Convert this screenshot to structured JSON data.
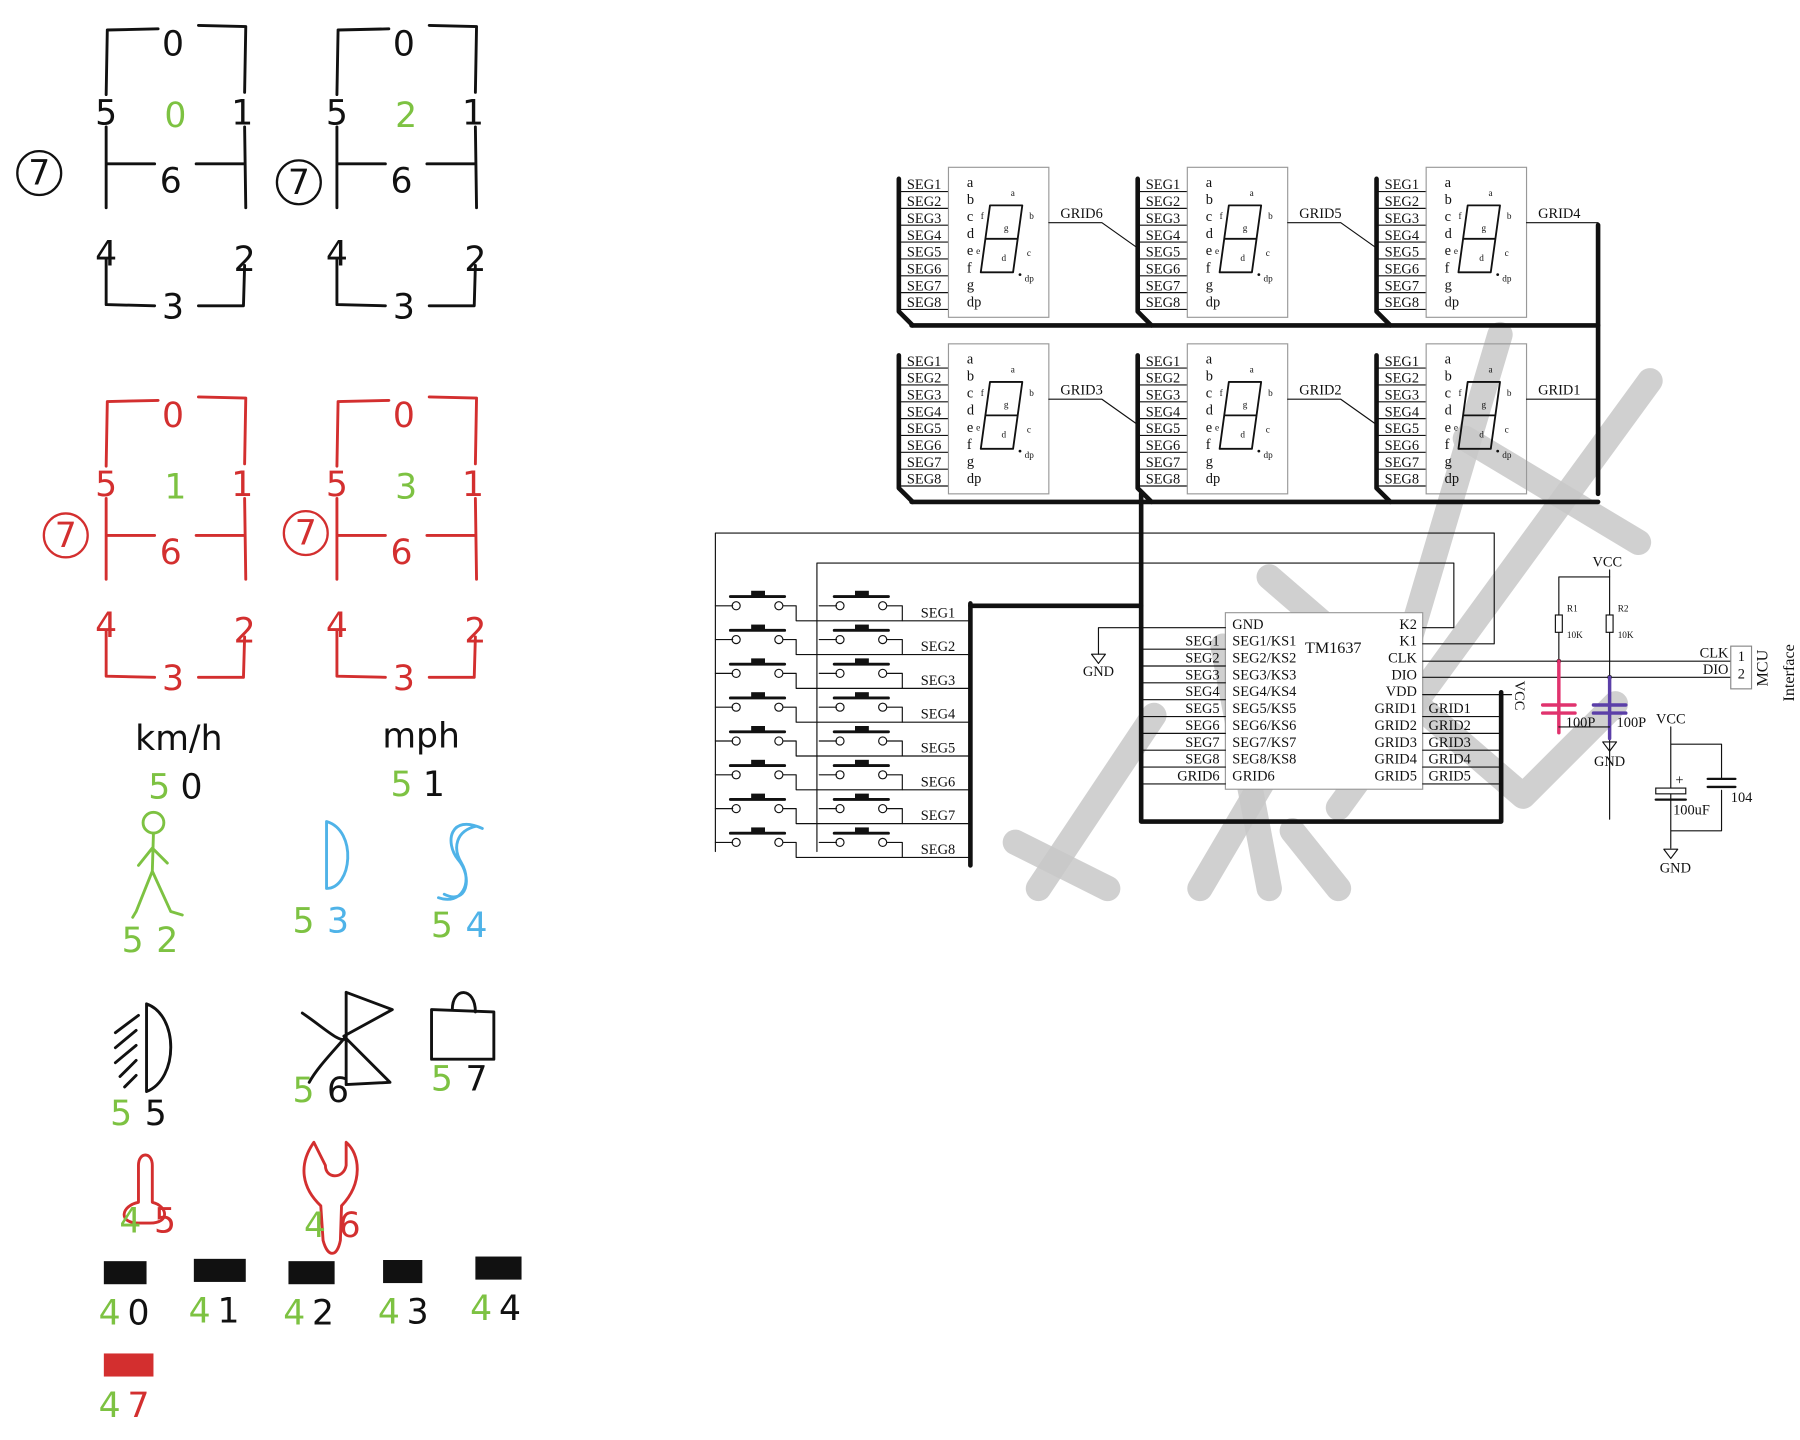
{
  "colors": {
    "ink": "#111111",
    "green": "#7dc242",
    "red": "#d32f2f",
    "blue": "#4fb3e8",
    "watermark": "#c8c8c8",
    "pink_cap": "#e0336e",
    "purple_cap": "#5b3fa8"
  },
  "hand_drawn": {
    "digits": [
      {
        "color": "#111111",
        "center": "0",
        "segments": [
          "0",
          "1",
          "2",
          "3",
          "4",
          "5",
          "6"
        ],
        "dp": "7"
      },
      {
        "color": "#111111",
        "center": "2",
        "segments": [
          "0",
          "1",
          "2",
          "3",
          "4",
          "5",
          "6"
        ],
        "dp": "7"
      },
      {
        "color": "#d32f2f",
        "center": "1",
        "segments": [
          "0",
          "1",
          "2",
          "3",
          "4",
          "5",
          "6"
        ],
        "dp": "7"
      },
      {
        "color": "#d32f2f",
        "center": "3",
        "segments": [
          "0",
          "1",
          "2",
          "3",
          "4",
          "5",
          "6"
        ],
        "dp": "7"
      }
    ],
    "units": [
      {
        "label": "km/h",
        "code_a": "5",
        "code_b": "0"
      },
      {
        "label": "mph",
        "code_a": "5",
        "code_b": "1"
      }
    ],
    "icons": [
      {
        "icon": "pedestrian",
        "code_a": "5",
        "code_b": "2",
        "color": "#7dc242",
        "code_b_color": "#7dc242"
      },
      {
        "icon": "low-beam",
        "code_a": "5",
        "code_b": "3",
        "color": "#4fb3e8",
        "code_b_color": "#4fb3e8"
      },
      {
        "icon": "s-curve",
        "code_a": "5",
        "code_b": "4",
        "color": "#4fb3e8",
        "code_b_color": "#4fb3e8"
      },
      {
        "icon": "headlight",
        "code_a": "5",
        "code_b": "5",
        "color": "#111111",
        "code_b_color": "#111111"
      },
      {
        "icon": "bluetooth",
        "code_a": "5",
        "code_b": "6",
        "color": "#111111",
        "code_b_color": "#111111"
      },
      {
        "icon": "bag",
        "code_a": "5",
        "code_b": "7",
        "color": "#111111",
        "code_b_color": "#111111"
      },
      {
        "icon": "thermometer",
        "code_a": "4",
        "code_b": "5",
        "color": "#d32f2f",
        "code_b_color": "#d32f2f"
      },
      {
        "icon": "wrench",
        "code_a": "4",
        "code_b": "6",
        "color": "#d32f2f",
        "code_b_color": "#d32f2f"
      }
    ],
    "bars": [
      {
        "code_a": "4",
        "code_b": "0",
        "color": "#111111",
        "code_b_color": "#111111"
      },
      {
        "code_a": "4",
        "code_b": "1",
        "color": "#111111",
        "code_b_color": "#111111"
      },
      {
        "code_a": "4",
        "code_b": "2",
        "color": "#111111",
        "code_b_color": "#111111"
      },
      {
        "code_a": "4",
        "code_b": "3",
        "color": "#111111",
        "code_b_color": "#111111"
      },
      {
        "code_a": "4",
        "code_b": "4",
        "color": "#111111",
        "code_b_color": "#111111"
      },
      {
        "code_a": "4",
        "code_b": "7",
        "color": "#d32f2f",
        "code_b_color": "#d32f2f"
      }
    ]
  },
  "schematic": {
    "seg_labels": [
      "SEG1",
      "SEG2",
      "SEG3",
      "SEG4",
      "SEG5",
      "SEG6",
      "SEG7",
      "SEG8"
    ],
    "module_pins": [
      "a",
      "b",
      "c",
      "d",
      "e",
      "f",
      "g",
      "dp"
    ],
    "segment_marks": [
      "a",
      "b",
      "c",
      "d",
      "e",
      "f",
      "g",
      "dp"
    ],
    "grids_row1": [
      "GRID6",
      "GRID5",
      "GRID4"
    ],
    "grids_row2": [
      "GRID3",
      "GRID2",
      "GRID1"
    ],
    "chip": {
      "name": "TM1637",
      "left_pins": [
        "GND",
        "SEG1/KS1",
        "SEG2/KS2",
        "SEG3/KS3",
        "SEG4/KS4",
        "SEG5/KS5",
        "SEG6/KS6",
        "SEG7/KS7",
        "SEG8/KS8",
        "GRID6"
      ],
      "left_nets": [
        "SEG1",
        "SEG2",
        "SEG3",
        "SEG4",
        "SEG5",
        "SEG6",
        "SEG7",
        "SEG8",
        "GRID6"
      ],
      "right_pins": [
        "K2",
        "K1",
        "CLK",
        "DIO",
        "VDD",
        "GRID1",
        "GRID2",
        "GRID3",
        "GRID4",
        "GRID5"
      ],
      "right_nets": [
        "GRID1",
        "GRID2",
        "GRID3",
        "GRID4",
        "GRID5"
      ]
    },
    "key_seg_labels": [
      "SEG1",
      "SEG2",
      "SEG3",
      "SEG4",
      "SEG5",
      "SEG6",
      "SEG7",
      "SEG8"
    ],
    "gnd": "GND",
    "vcc": "VCC",
    "r1": {
      "name": "R1",
      "value": "10K"
    },
    "r2": {
      "name": "R2",
      "value": "10K"
    },
    "c_clk": "100P",
    "c_dio": "100P",
    "c_bulk": "100uF",
    "c_dec": "104",
    "plus": "+",
    "clk": "CLK",
    "dio": "DIO",
    "conn_pins": [
      "1",
      "2"
    ],
    "mcu": "MCU",
    "interface": "Interface"
  }
}
